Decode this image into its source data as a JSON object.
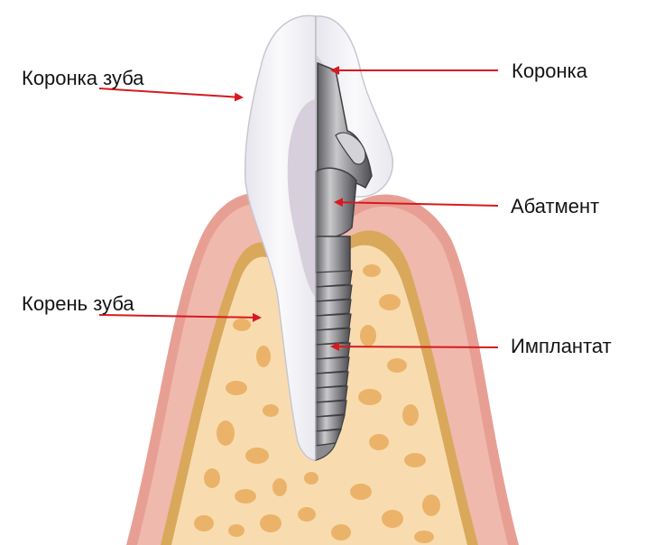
{
  "labels": {
    "crown_tooth": "Коронка зуба",
    "root_tooth": "Корень зуба",
    "crown": "Коронка",
    "abutment": "Абатмент",
    "implant": "Имплантат"
  },
  "colors": {
    "arrow": "#d71920",
    "gum": "#e79f94",
    "gum_edge": "#f3c7be",
    "bone_outline": "#d9a85a",
    "bone": "#f8dcb0",
    "bone_spots": "#ebb369",
    "tooth": "#f1f0f4",
    "tooth_shade": "#d7d0dc",
    "metal": "#8c8c90"
  }
}
